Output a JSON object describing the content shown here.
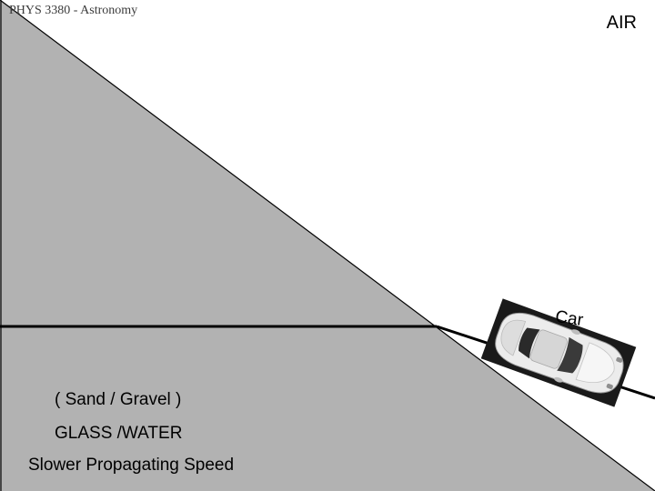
{
  "header": {
    "course_title": "PHYS 3380 - Astronomy"
  },
  "regions": {
    "upper_medium_label": "AIR",
    "lower_medium_labels": {
      "material_examples": "( Sand / Gravel )",
      "material_name": "GLASS /WATER",
      "speed_note": "Slower Propagating Speed"
    }
  },
  "vehicle": {
    "label": "Car"
  },
  "colors": {
    "slow_medium_fill": "#b2b2b2",
    "fast_medium_fill": "#ffffff",
    "path_line": "#000000",
    "car_backdrop": "#1a1a1a",
    "car_body": "#ececec"
  }
}
